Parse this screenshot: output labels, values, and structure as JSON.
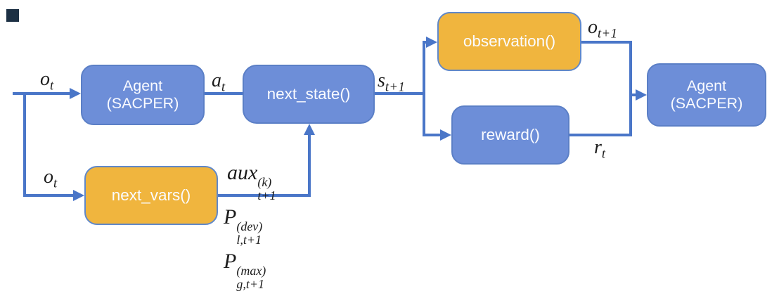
{
  "figure": {
    "title_hint": "environment step loop diagram",
    "colors": {
      "background": "#ffffff",
      "blue_box_fill": "#6d8ed8",
      "blue_box_border": "#5b7fc6",
      "yellow_box_fill": "#f0b53e",
      "yellow_box_border": "#6088c9",
      "connector": "#4a76c8",
      "box_text": "#fafbff",
      "math_text": "#1c1c1c",
      "corner_mark": "#1c3044"
    },
    "nodes": {
      "agent_in": {
        "line1": "Agent",
        "line2": "(SACPER)"
      },
      "next_state": {
        "label": "next_state()"
      },
      "observation": {
        "label": "observation()"
      },
      "reward": {
        "label": "reward()"
      },
      "agent_out": {
        "line1": "Agent",
        "line2": "(SACPER)"
      },
      "next_vars": {
        "label": "next_vars()"
      }
    },
    "labels": {
      "obs_in_top": {
        "base": "o",
        "sub": "t"
      },
      "obs_in_bottom": {
        "base": "o",
        "sub": "t"
      },
      "action": {
        "base": "a",
        "sub": "t"
      },
      "next_state_out": {
        "base": "s",
        "sub": "t+1"
      },
      "next_obs": {
        "base": "o",
        "sub": "t+1"
      },
      "reward_out": {
        "base": "r",
        "sub": "t"
      },
      "aux_vars": {
        "base": "aux",
        "sup": "(k)",
        "sub": "t+1"
      },
      "p_dev": {
        "base": "P",
        "sup": "(dev)",
        "sub": "l,t+1"
      },
      "p_max": {
        "base": "P",
        "sup": "(max)",
        "sub": "g,t+1"
      }
    }
  }
}
